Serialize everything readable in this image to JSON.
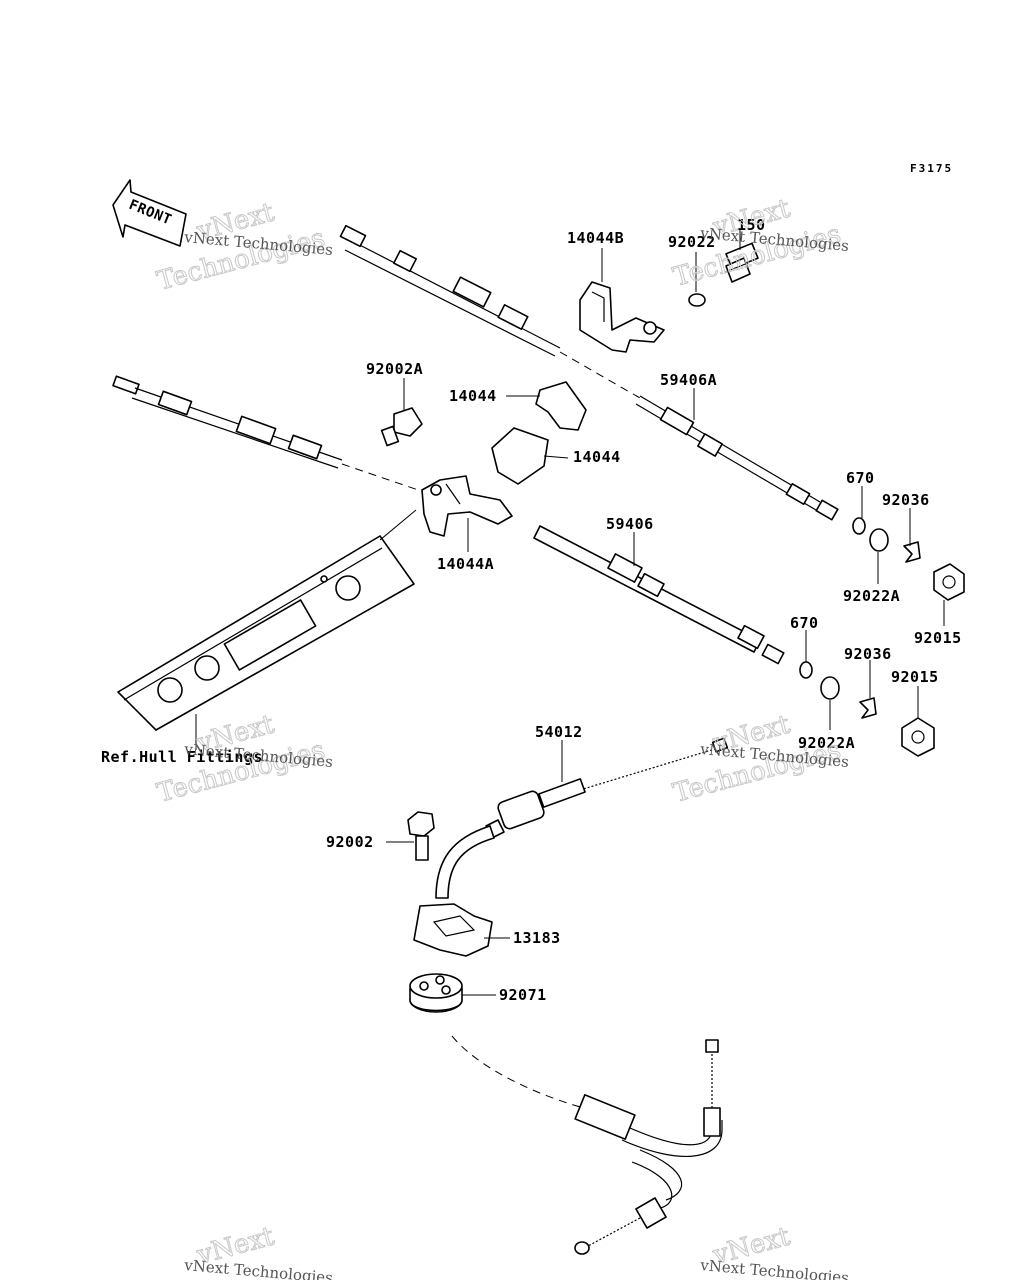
{
  "figure_code": "F3175",
  "front_label": "FRONT",
  "ref_label": "Ref.Hull Fittings",
  "watermark": {
    "small": "vNext Technologies",
    "big_top": "vNext",
    "big_bottom": "Technologies"
  },
  "parts": {
    "p14044B": "14044B",
    "p92022": "92022",
    "p150": "150",
    "p92002A": "92002A",
    "p14044_upper": "14044",
    "p14044_lower": "14044",
    "p59406A": "59406A",
    "p670_upper": "670",
    "p92036_upper": "92036",
    "p92022A_upper": "92022A",
    "p92015_upper": "92015",
    "p14044A": "14044A",
    "p59406": "59406",
    "p670_lower": "670",
    "p92036_lower": "92036",
    "p92015_lower": "92015",
    "p92022A_lower": "92022A",
    "p54012": "54012",
    "p92002": "92002",
    "p13183": "13183",
    "p92071": "92071"
  }
}
